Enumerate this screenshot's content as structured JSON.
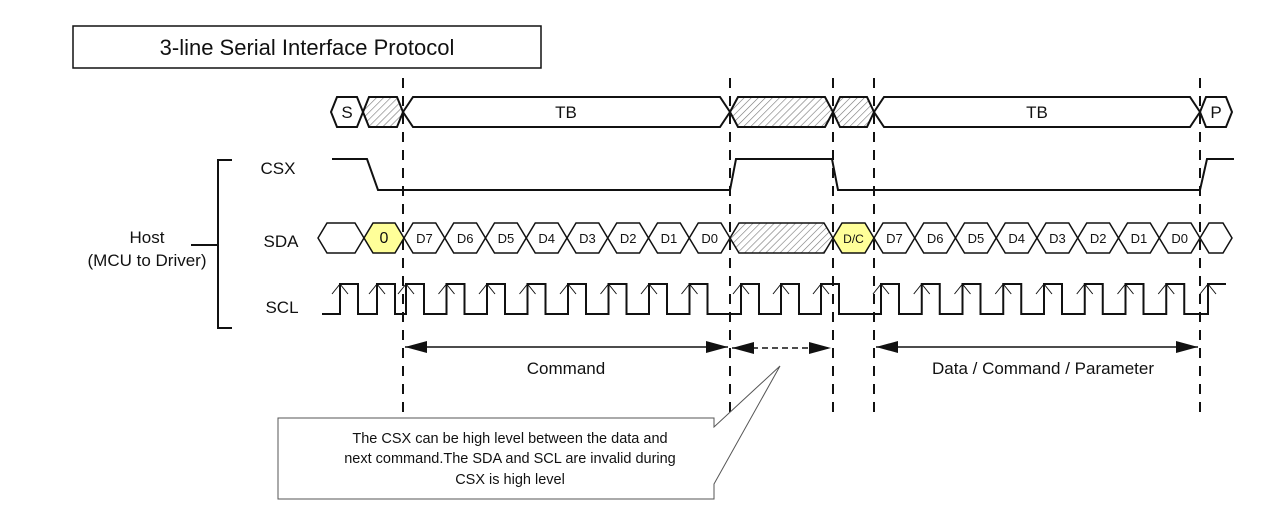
{
  "title": "3-line Serial Interface Protocol",
  "host_label": {
    "line1": "Host",
    "line2": "(MCU to Driver)"
  },
  "signals": {
    "csx": "CSX",
    "sda": "SDA",
    "scl": "SCL"
  },
  "top_row": {
    "start": "S",
    "tb1": "TB",
    "tb2": "TB",
    "stop": "P"
  },
  "sda_row": {
    "first_bit": "0",
    "command_bits": [
      "D7",
      "D6",
      "D5",
      "D4",
      "D3",
      "D2",
      "D1",
      "D0"
    ],
    "dc_bit": "D/C",
    "data_bits": [
      "D7",
      "D6",
      "D5",
      "D4",
      "D3",
      "D2",
      "D1",
      "D0"
    ]
  },
  "spans": {
    "command": "Command",
    "data": "Data / Command / Parameter"
  },
  "note": {
    "line1": "The CSX can be high level between the data and",
    "line2": "next command.The SDA and SCL are  invalid during",
    "line3": "CSX is high level"
  },
  "colors": {
    "highlight": "#ffff99",
    "line": "#111111",
    "hatch": "#777777"
  }
}
